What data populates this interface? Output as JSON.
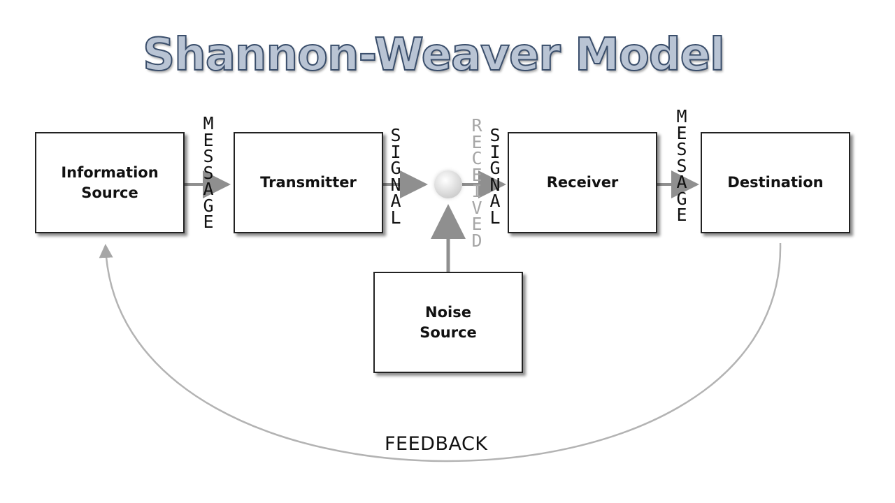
{
  "title": "Shannon-Weaver Model",
  "boxes": {
    "information_source": "Information\nSource",
    "transmitter": "Transmitter",
    "receiver": "Receiver",
    "destination": "Destination",
    "noise_source": "Noise\nSource"
  },
  "labels": {
    "message_left": "MESSAGE",
    "signal_left": "SIGNAL",
    "received": "RECEIVED",
    "signal_right": "SIGNAL",
    "message_right": "MESSAGE",
    "feedback": "FEEDBACK"
  },
  "colors": {
    "arrow": "#8f8f8f",
    "title_fill": "#b9c4d4",
    "title_stroke": "#3a4e6b",
    "received_text": "#a6a6a6"
  }
}
